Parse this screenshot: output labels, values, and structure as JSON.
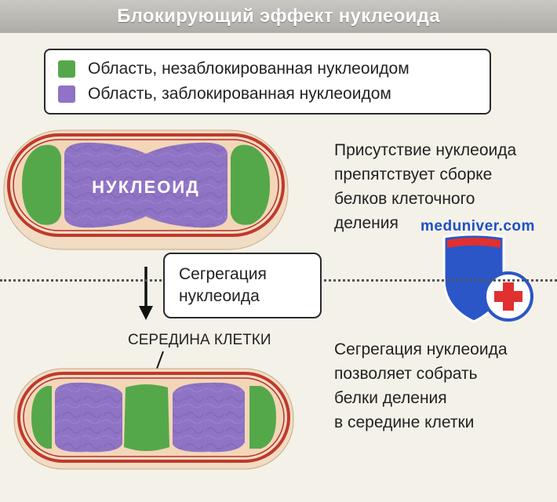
{
  "title": "Блокирующий эффект нуклеоида",
  "legend": {
    "items": [
      {
        "label": "Область, незаблокированная нуклеоидом",
        "color": "#55a84a"
      },
      {
        "label": "Область, заблокированная нуклеоидом",
        "color": "#8f73c4"
      }
    ]
  },
  "top_cell": {
    "nucleoid_label": "НУКЛЕОИД"
  },
  "callout": {
    "text": "Сегрегация\nнуклеоида"
  },
  "mid_label": "СЕРЕДИНА КЛЕТКИ",
  "right_text_top": "Присутствие нуклеоида\nпрепятствует сборке\nбелков клеточного\nделения",
  "right_text_bottom": "Сегрегация нуклеоида\nпозволяет собрать\nбелки деления\nв середине клетки",
  "watermark": {
    "text": "meduniver.com"
  },
  "colors": {
    "green": "#55a84a",
    "purple": "#8f73c4",
    "cell_wall": "#c0392b",
    "cell_body": "#f3d6b8",
    "shield_blue": "#2a56c8",
    "shield_red": "#e03030"
  }
}
